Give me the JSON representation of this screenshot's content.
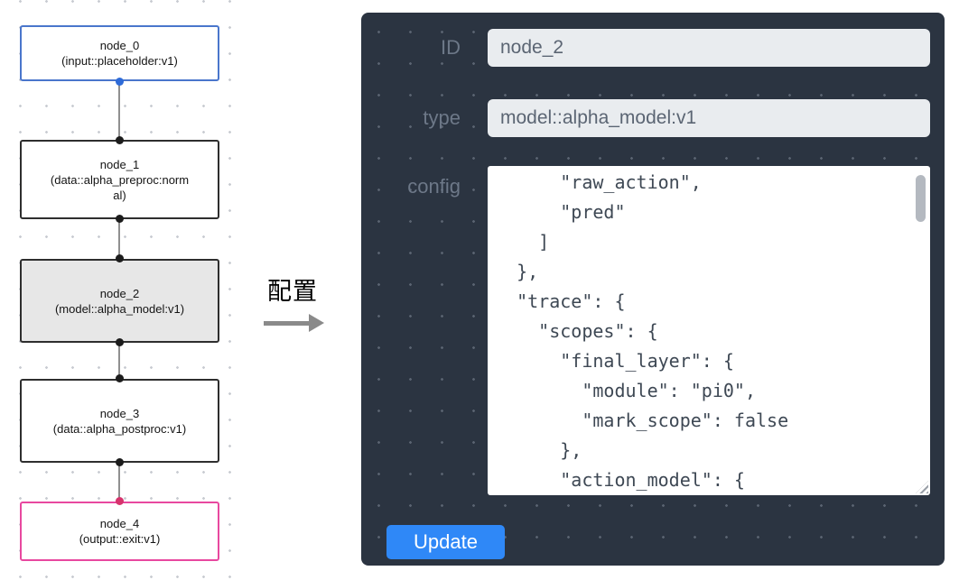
{
  "canvas": {
    "nodes": [
      {
        "name": "node_0",
        "type": "(input::placeholder:v1)"
      },
      {
        "name": "node_1",
        "type": "(data::alpha_preproc:normal)"
      },
      {
        "name": "node_2",
        "type": "(model::alpha_model:v1)"
      },
      {
        "name": "node_3",
        "type": "(data::alpha_postproc:v1)"
      },
      {
        "name": "node_4",
        "type": "(output::exit:v1)"
      }
    ]
  },
  "transition": {
    "label": "配置"
  },
  "panel": {
    "id_label": "ID",
    "id_value": "node_2",
    "type_label": "type",
    "type_value": "model::alpha_model:v1",
    "config_label": "config",
    "config_value": "      \"raw_action\",\n      \"pred\"\n    ]\n  },\n  \"trace\": {\n    \"scopes\": {\n      \"final_layer\": {\n        \"module\": \"pi0\",\n        \"mark_scope\": false\n      },\n      \"action_model\": {",
    "update_label": "Update",
    "colors": {
      "panel_bg": "#2B3441",
      "accent_blue": "#2F88F7",
      "input_node_border": "#4A76CC",
      "output_node_border": "#E8489F",
      "output_port": "#D6336C",
      "input_port": "#2E6BD8"
    }
  }
}
